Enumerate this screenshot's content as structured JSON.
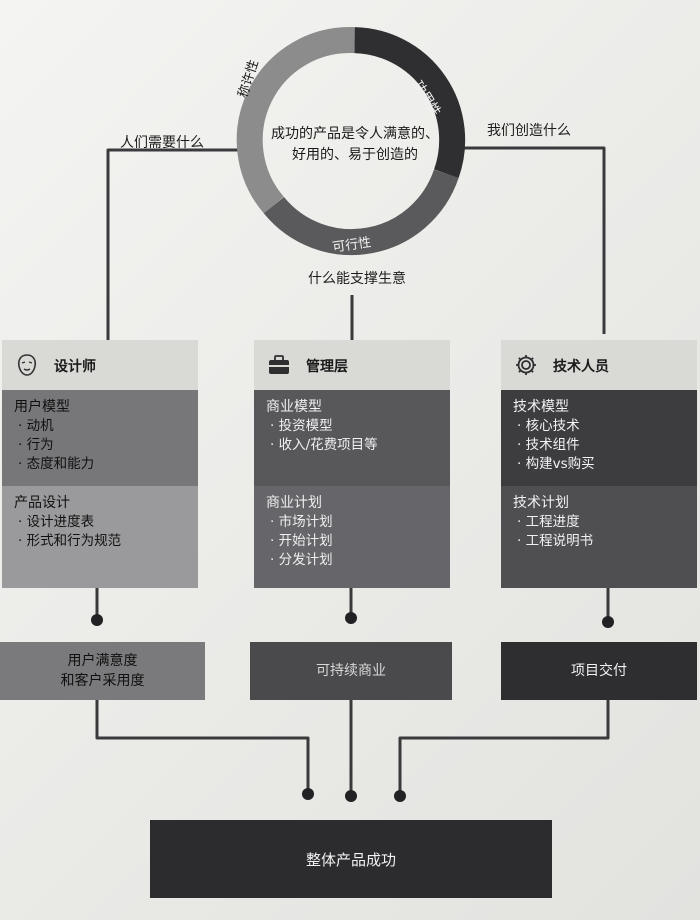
{
  "ring": {
    "center_line1": "成功的产品是令人满意的、",
    "center_line2": "好用的、易于创造的",
    "segments": [
      {
        "label": "称许性",
        "color": "#8c8c8c"
      },
      {
        "label": "功用性",
        "color": "#2f2f31"
      },
      {
        "label": "可行性",
        "color": "#5a5a5c"
      }
    ]
  },
  "questions": {
    "left": "人们需要什么",
    "right": "我们创造什么",
    "bottom": "什么能支撑生意"
  },
  "columns": [
    {
      "title": "设计师",
      "icon": "designer-face-icon",
      "sections": [
        {
          "heading": "用户模型",
          "items": [
            "动机",
            "行为",
            "态度和能力"
          ]
        },
        {
          "heading": "产品设计",
          "items": [
            "设计进度表",
            "形式和行为规范"
          ]
        }
      ],
      "result_line1": "用户满意度",
      "result_line2": "和客户采用度",
      "result_color": "#7a7a7c"
    },
    {
      "title": "管理层",
      "icon": "briefcase-icon",
      "sections": [
        {
          "heading": "商业模型",
          "items": [
            "投资模型",
            "收入/花费项目等"
          ]
        },
        {
          "heading": "商业计划",
          "items": [
            "市场计划",
            "开始计划",
            "分发计划"
          ]
        }
      ],
      "result_line1": "可持续商业",
      "result_line2": "",
      "result_color": "#4a4a4d"
    },
    {
      "title": "技术人员",
      "icon": "gear-icon",
      "sections": [
        {
          "heading": "技术模型",
          "items": [
            "核心技术",
            "技术组件",
            "构建vs购买"
          ]
        },
        {
          "heading": "技术计划",
          "items": [
            "工程进度",
            "工程说明书"
          ]
        }
      ],
      "result_line1": "项目交付",
      "result_line2": "",
      "result_color": "#2e2e31"
    }
  ],
  "final": "整体产品成功"
}
